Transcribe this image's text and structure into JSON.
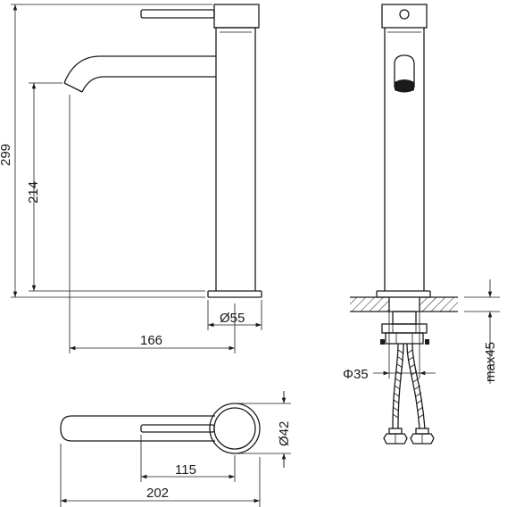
{
  "dimensions": {
    "overall_height": "299",
    "spout_height": "214",
    "base_diameter": "Ø55",
    "spout_reach": "166",
    "max_mount_thickness": "max45",
    "hole_diameter": "Φ35",
    "top_view_diameter": "Ø42",
    "handle_offset": "115",
    "overall_length": "202"
  },
  "colors": {
    "line": "#1a1a1a",
    "hatch": "#1a1a1a",
    "background": "#ffffff"
  }
}
